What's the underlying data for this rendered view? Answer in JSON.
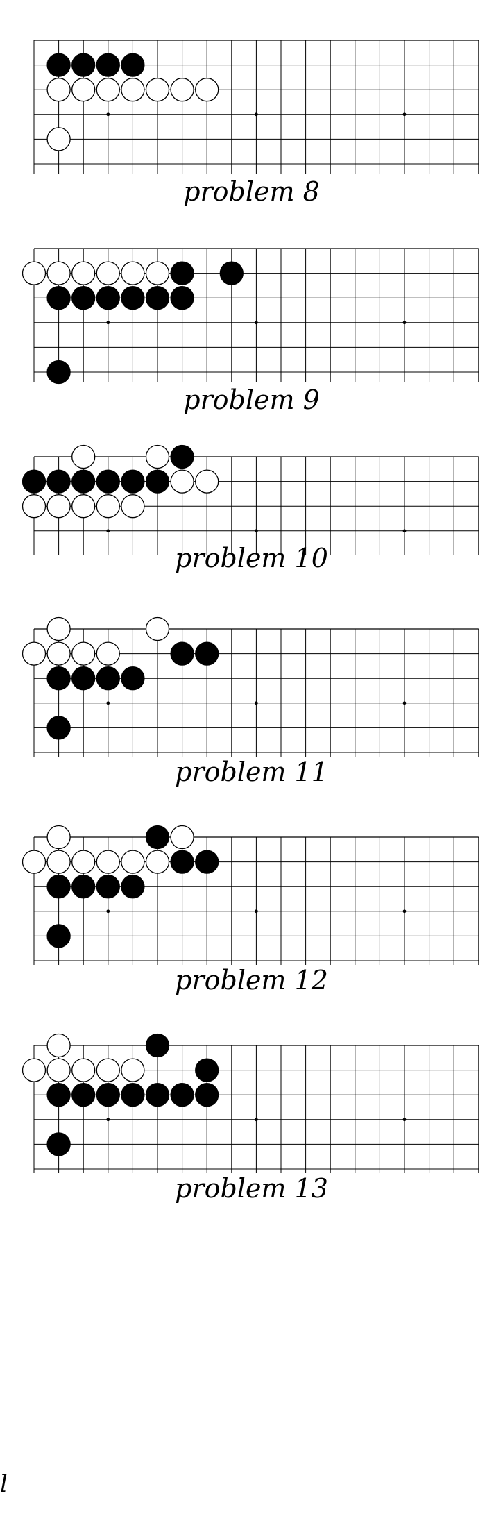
{
  "colors": {
    "line": "#000000",
    "black_stone": "#000000",
    "white_stone": "#ffffff",
    "background": "#ffffff"
  },
  "board": {
    "columns": 19,
    "visible_rows": 5,
    "open_edges": [
      "left",
      "right",
      "bottom"
    ],
    "star_points": [
      [
        3,
        3
      ],
      [
        9,
        3
      ],
      [
        15,
        3
      ]
    ]
  },
  "problems": [
    {
      "title": "problem 8",
      "black": [
        [
          1,
          1
        ],
        [
          2,
          1
        ],
        [
          3,
          1
        ],
        [
          4,
          1
        ]
      ],
      "white": [
        [
          1,
          2
        ],
        [
          2,
          2
        ],
        [
          3,
          2
        ],
        [
          4,
          2
        ],
        [
          5,
          2
        ],
        [
          6,
          2
        ],
        [
          7,
          2
        ],
        [
          1,
          4
        ]
      ]
    },
    {
      "title": "problem 9",
      "black": [
        [
          6,
          1
        ],
        [
          8,
          1
        ],
        [
          1,
          2
        ],
        [
          2,
          2
        ],
        [
          3,
          2
        ],
        [
          4,
          2
        ],
        [
          5,
          2
        ],
        [
          6,
          2
        ],
        [
          1,
          5
        ]
      ],
      "white": [
        [
          0,
          1
        ],
        [
          1,
          1
        ],
        [
          2,
          1
        ],
        [
          3,
          1
        ],
        [
          4,
          1
        ],
        [
          5,
          1
        ]
      ]
    },
    {
      "title": "problem 10",
      "black": [
        [
          6,
          0
        ],
        [
          0,
          1
        ],
        [
          1,
          1
        ],
        [
          2,
          1
        ],
        [
          3,
          1
        ],
        [
          4,
          1
        ],
        [
          5,
          1
        ]
      ],
      "white": [
        [
          2,
          0
        ],
        [
          5,
          0
        ],
        [
          6,
          1
        ],
        [
          7,
          1
        ],
        [
          0,
          2
        ],
        [
          1,
          2
        ],
        [
          2,
          2
        ],
        [
          3,
          2
        ],
        [
          4,
          2
        ]
      ]
    },
    {
      "title": "problem 11",
      "black": [
        [
          6,
          1
        ],
        [
          7,
          1
        ],
        [
          1,
          2
        ],
        [
          2,
          2
        ],
        [
          3,
          2
        ],
        [
          4,
          2
        ],
        [
          1,
          4
        ]
      ],
      "white": [
        [
          1,
          0
        ],
        [
          5,
          0
        ],
        [
          0,
          1
        ],
        [
          1,
          1
        ],
        [
          2,
          1
        ],
        [
          3,
          1
        ]
      ]
    },
    {
      "title": "problem 12",
      "black": [
        [
          5,
          0
        ],
        [
          6,
          1
        ],
        [
          7,
          1
        ],
        [
          1,
          2
        ],
        [
          2,
          2
        ],
        [
          3,
          2
        ],
        [
          4,
          2
        ],
        [
          1,
          4
        ]
      ],
      "white": [
        [
          1,
          0
        ],
        [
          6,
          0
        ],
        [
          0,
          1
        ],
        [
          1,
          1
        ],
        [
          2,
          1
        ],
        [
          3,
          1
        ],
        [
          4,
          1
        ],
        [
          5,
          1
        ]
      ]
    },
    {
      "title": "problem 13",
      "black": [
        [
          5,
          0
        ],
        [
          7,
          1
        ],
        [
          1,
          2
        ],
        [
          2,
          2
        ],
        [
          3,
          2
        ],
        [
          4,
          2
        ],
        [
          5,
          2
        ],
        [
          6,
          2
        ],
        [
          7,
          2
        ],
        [
          1,
          4
        ]
      ],
      "white": [
        [
          1,
          0
        ],
        [
          0,
          1
        ],
        [
          1,
          1
        ],
        [
          2,
          1
        ],
        [
          3,
          1
        ],
        [
          4,
          1
        ]
      ]
    }
  ],
  "page_mark": "l"
}
